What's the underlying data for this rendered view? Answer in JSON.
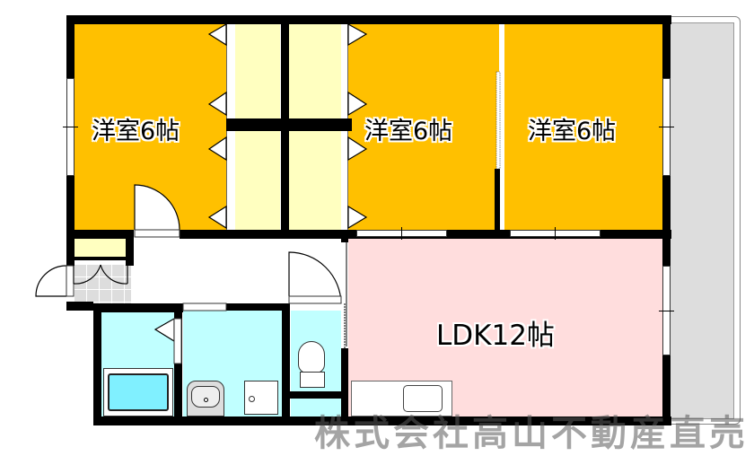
{
  "floorplan": {
    "rooms": [
      {
        "id": "western-room-1",
        "label": "洋室6帖",
        "color": "#FFC000"
      },
      {
        "id": "western-room-2",
        "label": "洋室6帖",
        "color": "#FFC000"
      },
      {
        "id": "western-room-3",
        "label": "洋室6帖",
        "color": "#FFC000"
      },
      {
        "id": "ldk",
        "label": "LDK12帖",
        "color": "#FFDDDD"
      }
    ],
    "areas": {
      "closet_color": "#FFFFC0",
      "wet_area_color": "#C0FFFF",
      "balcony_color": "#DDDDDD",
      "entrance_tile_color": "#DDDDDD",
      "hallway_color": "#FFFFFF"
    },
    "watermark": "株式会社高山不動産直売"
  }
}
